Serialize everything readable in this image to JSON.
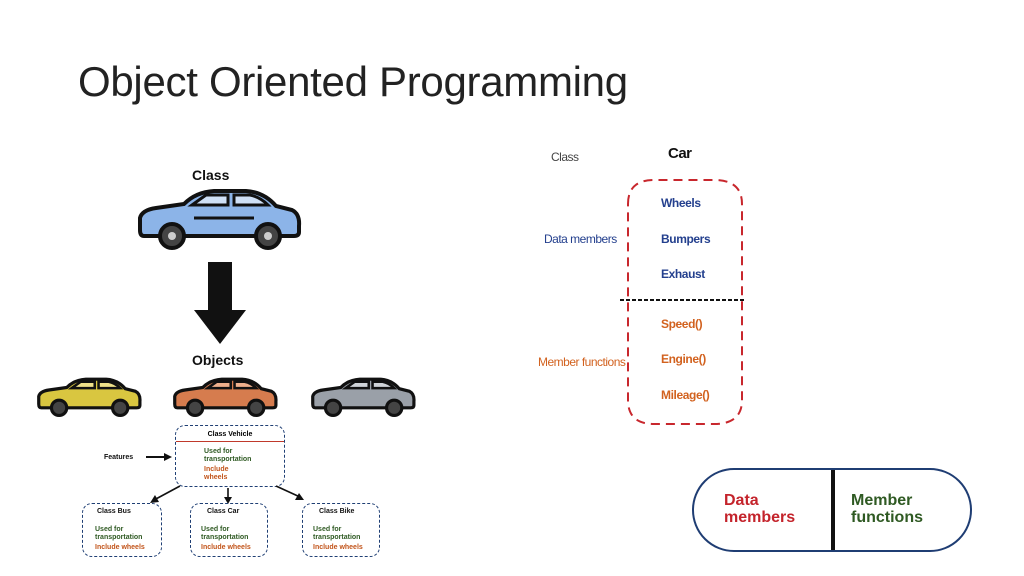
{
  "title": "Object Oriented Programming",
  "left_diagram": {
    "class_label": "Class",
    "objects_label": "Objects",
    "features_label": "Features",
    "vehicle": {
      "title": "Class Vehicle",
      "line1": "Used for transportation",
      "line2": "Include wheels"
    },
    "subclasses": [
      {
        "title": "Class Bus",
        "line1": "Used for transportation",
        "line2": "Include wheels"
      },
      {
        "title": "Class Car",
        "line1": "Used for transportation",
        "line2": "Include wheels"
      },
      {
        "title": "Class Bike",
        "line1": "Used for transportation",
        "line2": "Include wheels"
      }
    ],
    "colors": {
      "class_car": "#8cb4e8",
      "obj1": "#d9c640",
      "obj2": "#d67c4e",
      "obj3": "#9aa0a8"
    }
  },
  "right_diagram": {
    "class_label": "Class",
    "class_name": "Car",
    "data_members_label": "Data members",
    "data_members": [
      "Wheels",
      "Bumpers",
      "Exhaust"
    ],
    "member_functions_label": "Member functions",
    "member_functions": [
      "Speed()",
      "Engine()",
      "Mileage()"
    ]
  },
  "pill": {
    "left": "Data members",
    "right": "Member functions"
  }
}
